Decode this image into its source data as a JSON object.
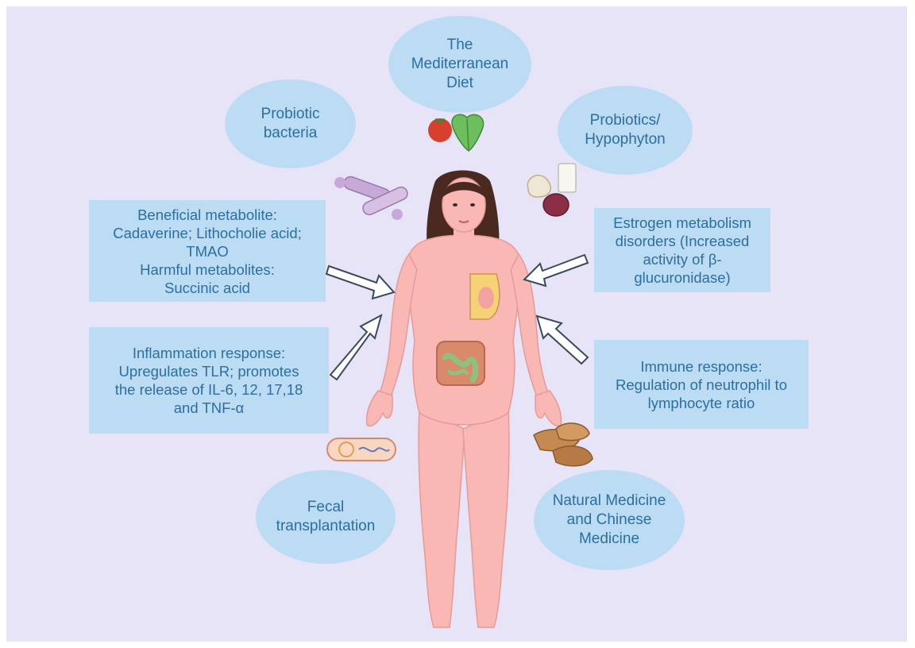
{
  "ovals": {
    "mediterranean": "The\nMediterranean\nDiet",
    "probiotic_bacteria": "Probiotic\nbacteria",
    "probiotics_hypophyton": "Probiotics/\nHypophyton",
    "fecal": "Fecal\ntransplantation",
    "natural_medicine": "Natural Medicine\nand Chinese\nMedicine"
  },
  "boxes": {
    "metabolites": "Beneficial metabolite:\nCadaverine; Lithocholie acid;\nTMAO\nHarmful metabolites:\nSuccinic acid",
    "inflammation": "Inflammation response:\nUpregulates TLR; promotes\nthe release of IL-6, 12, 17,18\nand TNF-α",
    "estrogen": "Estrogen metabolism\ndisorders  (Increased\nactivity of β-\nglucuronidase)",
    "immune": "Immune response:\nRegulation of neutrophil to\nlymphocyte ratio"
  },
  "colors": {
    "background": "#e6e4f6",
    "label_fill": "#bcdcf4",
    "label_text": "#2c6ea1",
    "skin": "#f9b8b4",
    "hair": "#4a2a20"
  }
}
